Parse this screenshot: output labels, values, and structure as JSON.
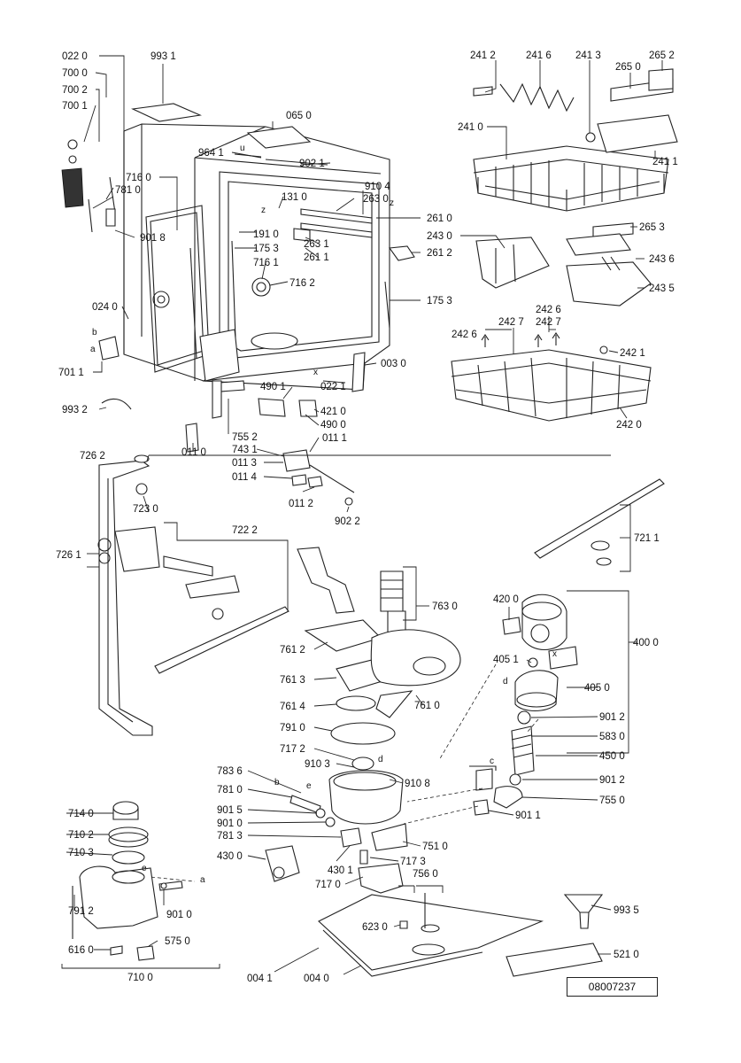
{
  "labels": {
    "l0220": "022 0",
    "l7000": "700 0",
    "l7002": "700 2",
    "l7001": "700 1",
    "l9931": "993 1",
    "l0650": "065 0",
    "l9641": "964 1",
    "l9021": "902 1",
    "l7160": "716 0",
    "l7810": "781 0",
    "l9018": "901 8",
    "l1310": "131 0",
    "l9104": "910 4",
    "l2630": "263 0",
    "l1910": "191 0",
    "l1753a": "175 3",
    "l7161": "716 1",
    "l7162": "716 2",
    "l2610": "261 0",
    "l2631": "263 1",
    "l2611": "261 1",
    "l2612": "261 2",
    "l1753b": "175 3",
    "l0240": "024 0",
    "l7011": "701 1",
    "l0030": "003 0",
    "l4901": "490 1",
    "l0221": "022 1",
    "l4210": "421 0",
    "l4900": "490 0",
    "l9932": "993 2",
    "l7552": "755 2",
    "l0110": "011 0",
    "l0111": "011 1",
    "l7431": "743 1",
    "l0113": "011 3",
    "l0114": "011 4",
    "l0112": "011 2",
    "l9022": "902 2",
    "l2412": "241 2",
    "l2416": "241 6",
    "l2413": "241 3",
    "l2652": "265 2",
    "l2650": "265 0",
    "l2410": "241 0",
    "l2411": "241 1",
    "l2653": "265 3",
    "l2430": "243 0",
    "l2436": "243 6",
    "l2435": "243 5",
    "l2426a": "242 6",
    "l2427a": "242 7",
    "l2427b": "242 7",
    "l2426b": "242 6",
    "l2421": "242 1",
    "l2420": "242 0",
    "l7262": "726 2",
    "l7230": "723 0",
    "l7222": "722 2",
    "l7261": "726 1",
    "l7211": "721 1",
    "l7630": "763 0",
    "l4200": "420 0",
    "l4000": "400 0",
    "l7612": "761 2",
    "l4051": "405 1",
    "l7613": "761 3",
    "l4050": "405 0",
    "l7614": "761 4",
    "l7610": "761 0",
    "l9012a": "901 2",
    "l7910": "791 0",
    "l5830": "583 0",
    "l7172": "717 2",
    "l4500": "450 0",
    "l7836": "783 6",
    "l9103": "910 3",
    "l9108": "910 8",
    "l9012b": "901 2",
    "l7811": "781 0",
    "l7550": "755 0",
    "l9015": "901 5",
    "l9011": "901 1",
    "l9010": "901 0",
    "l7813": "781 3",
    "l7510": "751 0",
    "l4300": "430 0",
    "l4301": "430 1",
    "l7173": "717 3",
    "l7170": "717 0",
    "l7560": "756 0",
    "l7140": "714 0",
    "l7102": "710 2",
    "l7103": "710 3",
    "l9010b": "901 0",
    "l7912": "791 2",
    "l5750": "575 0",
    "l6160": "616 0",
    "l7100": "710 0",
    "l6230": "623 0",
    "l9935": "993 5",
    "l5210": "521 0",
    "l0041": "004 1",
    "l0040": "004 0"
  },
  "letters": {
    "u": "u",
    "z1": "z",
    "z2": "z",
    "x1": "x",
    "b1": "b",
    "a1": "a",
    "d1": "d",
    "b2": "b",
    "e1": "e",
    "d2": "d",
    "c1": "c",
    "x2": "x",
    "e2": "e",
    "a2": "a"
  },
  "drawing_code": "08007237"
}
